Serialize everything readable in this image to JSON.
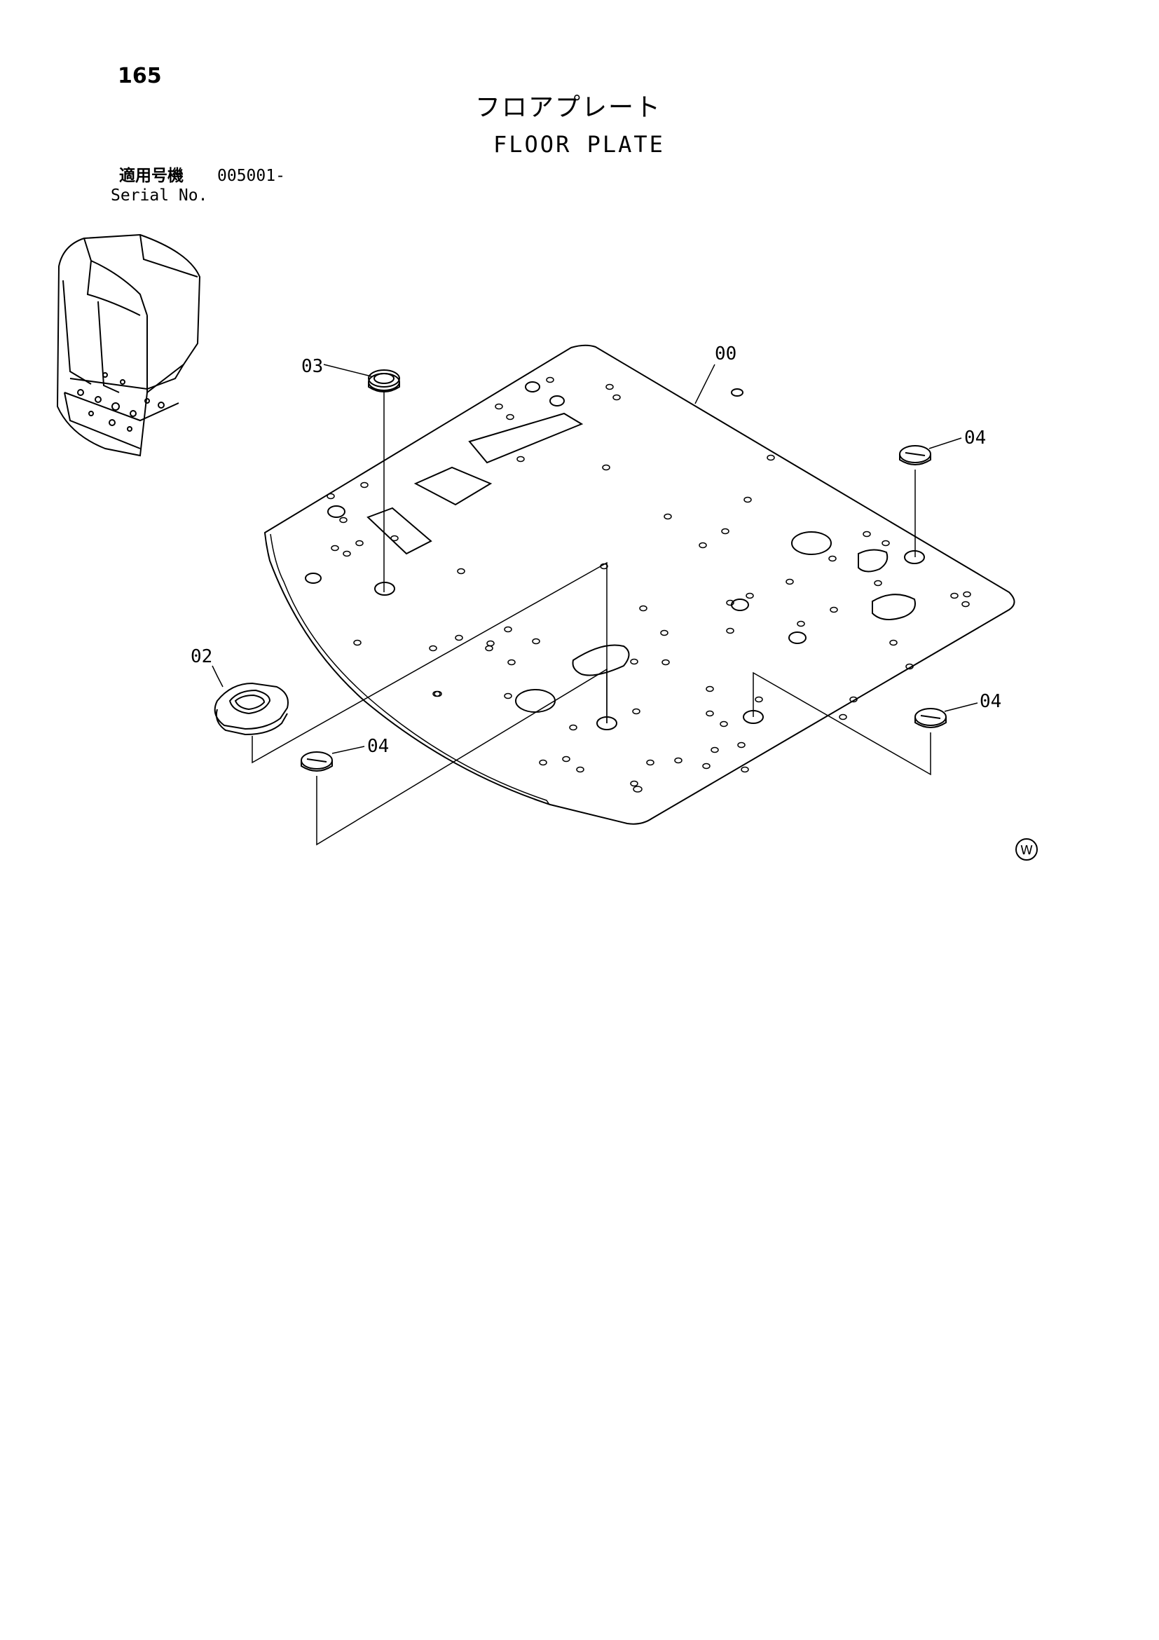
{
  "page_number": "165",
  "title_jp": "フロアプレート",
  "title_en": "FLOOR PLATE",
  "serial": {
    "label_jp": "適用号機",
    "value": "005001-",
    "label_en": "Serial No."
  },
  "callouts": {
    "part_00": "00",
    "part_02": "02",
    "part_03": "03",
    "part_04_right": "04",
    "part_04_lower_right": "04",
    "part_04_lower_left": "04"
  },
  "mark_w": "W"
}
